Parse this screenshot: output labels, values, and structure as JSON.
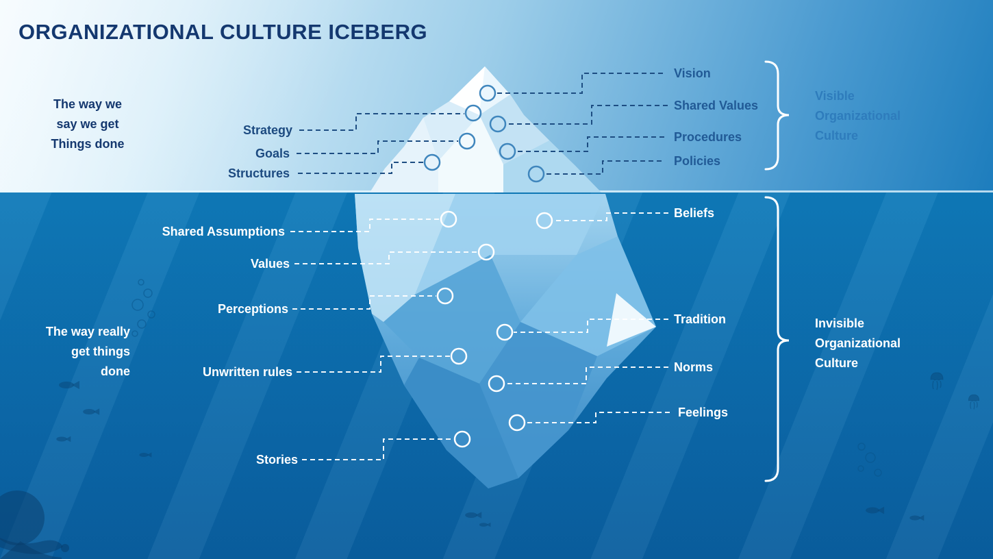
{
  "title": "ORGANIZATIONAL CULTURE ICEBERG",
  "above_water": {
    "caption": "The way we\nsay we get\nThings done",
    "labels": {
      "strategy": "Strategy",
      "goals": "Goals",
      "structures": "Structures",
      "vision": "Vision",
      "shared_values": "Shared Values",
      "procedures": "Procedures",
      "policies": "Policies"
    },
    "group_label": "Visible\nOrganizational\nCulture"
  },
  "below_water": {
    "caption": "The way really\nget things\ndone",
    "labels": {
      "shared_assumptions": "Shared Assumptions",
      "values": "Values",
      "perceptions": "Perceptions",
      "unwritten_rules": "Unwritten rules",
      "stories": "Stories",
      "beliefs": "Beliefs",
      "tradition": "Tradition",
      "norms": "Norms",
      "feelings": "Feelings"
    },
    "group_label": "Invisible\nOrganizational\nCulture"
  },
  "colors": {
    "title_text": "#14386f",
    "above_left_label_text": "#1c4a80",
    "above_right_label_text": "#215a96",
    "visible_group_text": "#2e7cbc",
    "below_label_text": "#ffffff",
    "sky_top": "#f2fafe",
    "sky_bottom": "#1d7dbd",
    "ocean_top": "#0f7ab9",
    "ocean_bottom": "#095e9e",
    "iceberg_tip": "#fcfeff",
    "iceberg_deep": "#3787c3"
  },
  "decorations": [
    "fish-icon",
    "jellyfish-icon",
    "bubbles",
    "octopus-icon"
  ]
}
